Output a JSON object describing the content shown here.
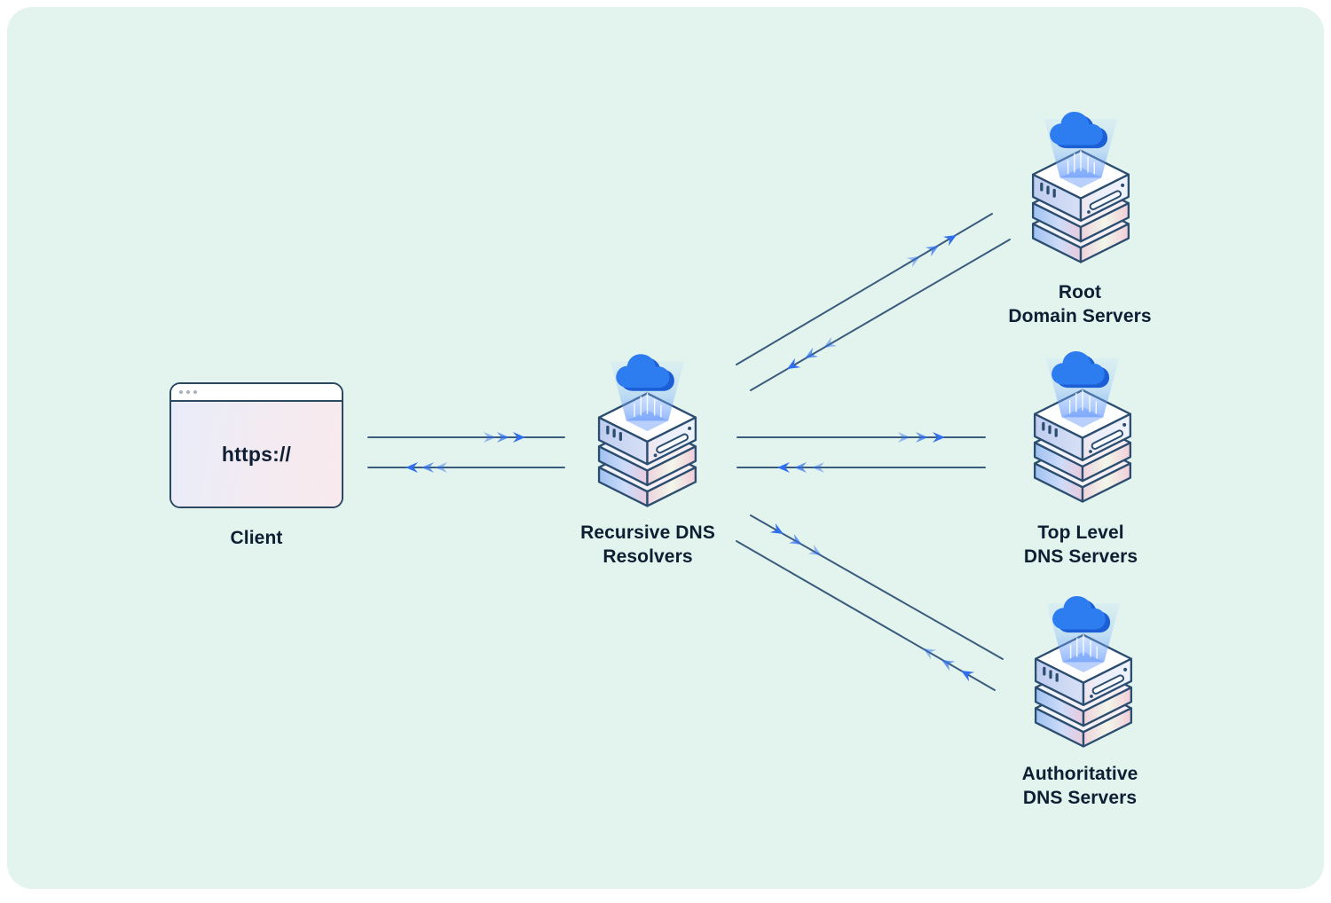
{
  "diagram_type": "DNS resolution flow",
  "nodes": {
    "client": {
      "label": "Client",
      "address_text": "https://"
    },
    "resolver": {
      "label": [
        "Recursive DNS",
        "Resolvers"
      ]
    },
    "root": {
      "label": [
        "Root",
        "Domain Servers"
      ]
    },
    "tld": {
      "label": [
        "Top Level",
        "DNS Servers"
      ]
    },
    "authoritative": {
      "label": [
        "Authoritative",
        "DNS Servers"
      ]
    }
  },
  "connections": [
    {
      "from": "client",
      "to": "resolver",
      "type": "query"
    },
    {
      "from": "resolver",
      "to": "client",
      "type": "response"
    },
    {
      "from": "resolver",
      "to": "root",
      "type": "query"
    },
    {
      "from": "root",
      "to": "resolver",
      "type": "response"
    },
    {
      "from": "resolver",
      "to": "tld",
      "type": "query"
    },
    {
      "from": "tld",
      "to": "resolver",
      "type": "response"
    },
    {
      "from": "resolver",
      "to": "authoritative",
      "type": "query"
    },
    {
      "from": "authoritative",
      "to": "resolver",
      "type": "response"
    }
  ],
  "colors": {
    "background": "#ffffff",
    "canvas": "#e3f4ee",
    "line": "#3a5c7d",
    "arrow": "#2f6ff0",
    "outline": "#2b4d70",
    "text": "#0e1e33",
    "cloud_main": "#2e7df0",
    "cloud_shadow": "#1b5ed6"
  }
}
